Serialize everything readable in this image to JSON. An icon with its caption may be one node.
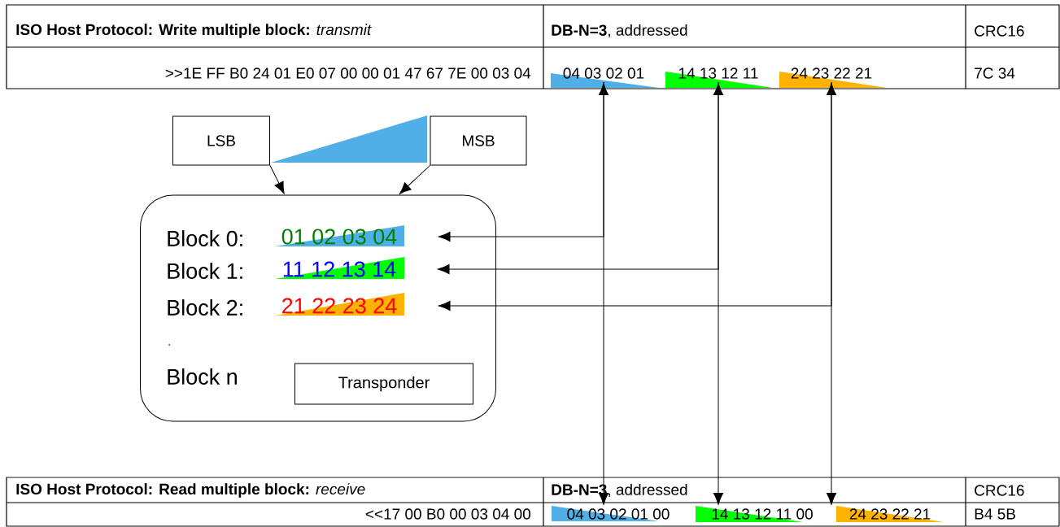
{
  "diagram": {
    "nodes": [
      {
        "text": [
          "**ISO Host Protocol: Write multiple block:** *transmit*"
        ]
      },
      {
        "text": [
          "**DB-N=3**, addressed"
        ]
      },
      {
        "text": [
          "CRC16"
        ]
      },
      {
        "text": [
          ">>1E FF B0 24 01 E0 07 00 00 01 47 67 7E 00 03 04"
        ]
      },
      {
        "text": [
          "04 03 02 01"
        ]
      },
      {
        "text": [
          "14 13 12 11"
        ]
      },
      {
        "text": [
          "24 23 22 21"
        ]
      },
      {
        "text": [
          "7C 34"
        ]
      },
      {
        "text": [
          "LSB"
        ]
      },
      {
        "text": [
          "MSB"
        ]
      },
      {
        "text": [],
        "shape": "box"
      },
      {
        "text": [
          "Block 0:"
        ],
        "in": 10
      },
      {
        "text": [
          "01 02 03 04"
        ],
        "in": 10
      },
      {
        "text": [
          "Block 1:"
        ],
        "in": 10
      },
      {
        "text": [
          "11 12 13 14"
        ],
        "in": 10
      },
      {
        "text": [
          "Block 2:"
        ],
        "in": 10
      },
      {
        "text": [
          "21 22 23 24"
        ],
        "in": 10
      },
      {
        "text": [
          "."
        ],
        "in": 10
      },
      {
        "text": [
          "Block n"
        ],
        "in": 10
      },
      {
        "text": [
          "Transponder"
        ],
        "in": 10
      },
      {
        "text": [
          "**ISO Host Protocol: Read multiple block:** *receive*"
        ]
      },
      {
        "text": [
          "**DB-N=3**, addressed"
        ]
      },
      {
        "text": [
          "CRC16"
        ]
      },
      {
        "text": [
          "<<17 00 B0 00 03 04 00"
        ]
      },
      {
        "text": [
          "04 03 02 01 00"
        ]
      },
      {
        "text": [
          "14 13 12 11 00"
        ]
      },
      {
        "text": [
          "24 23 22 21"
        ]
      },
      {
        "text": [
          "B4 5B"
        ]
      },
      {
        "text": [],
        "shape": "triangle"
      }
    ],
    "edges": [
      {
        "from": 8,
        "to": 10,
        "arrow": "to"
      },
      {
        "from": 9,
        "to": 10,
        "arrow": "to"
      },
      {
        "from": 4,
        "to": 12,
        "arrow": "to"
      },
      {
        "from": 5,
        "to": 14,
        "arrow": "to"
      },
      {
        "from": 6,
        "to": 16,
        "arrow": "to"
      },
      {
        "from": 4,
        "to": 24,
        "arrow": "both"
      },
      {
        "from": 5,
        "to": 25,
        "arrow": "both"
      },
      {
        "from": 6,
        "to": 26,
        "arrow": "both"
      }
    ]
  }
}
